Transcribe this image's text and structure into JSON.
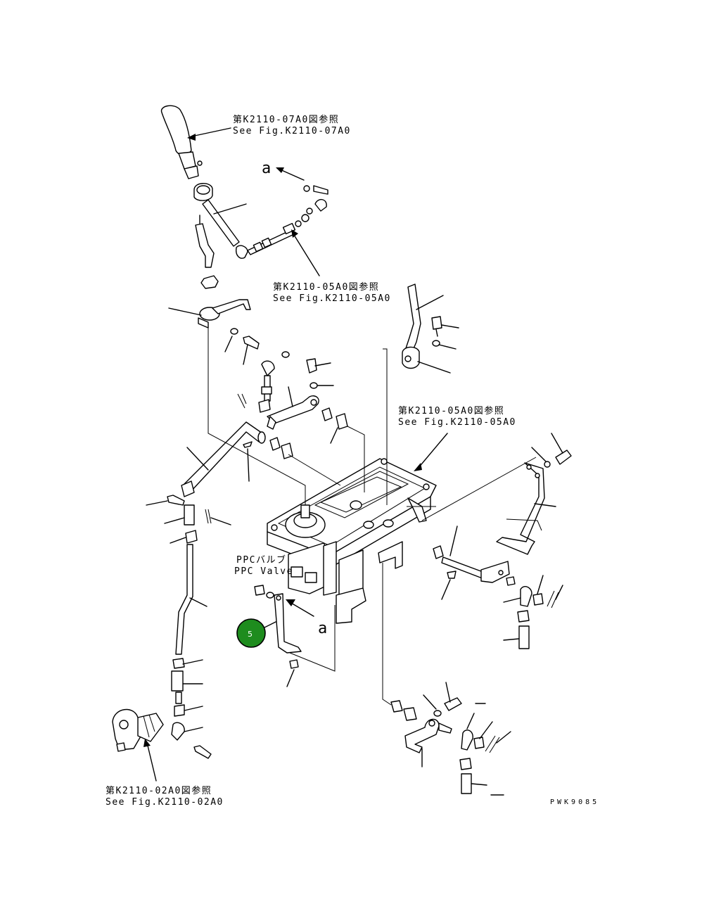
{
  "references": {
    "grip": {
      "jp": "第K2110-07A0図参照",
      "en": "See Fig.K2110-07A0"
    },
    "rod": {
      "jp": "第K2110-05A0図参照",
      "en": "See Fig.K2110-05A0"
    },
    "housing": {
      "jp": "第K2110-05A0図参照",
      "en": "See Fig.K2110-05A0"
    },
    "switch": {
      "jp": "第K2110-02A0図参照",
      "en": "See Fig.K2110-02A0"
    }
  },
  "ppc_valve": {
    "jp": "PPCバルブ",
    "en": "PPC Valve"
  },
  "detail_marker": "a",
  "drawing_code": "PWK9085",
  "callout": {
    "label": "5",
    "color": "#1e8c1e"
  }
}
